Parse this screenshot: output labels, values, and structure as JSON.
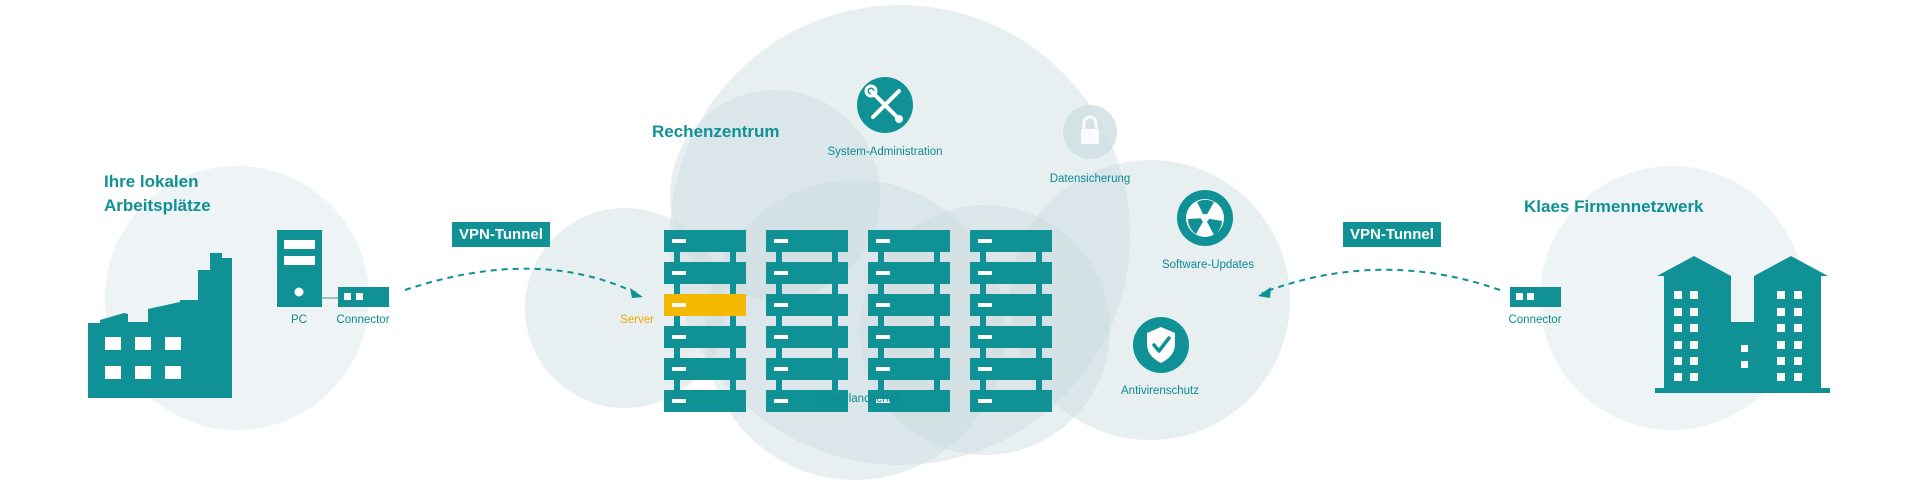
{
  "left_site": {
    "title_line1": "Ihre lokalen",
    "title_line2": "Arbeitsplätze",
    "pc_label": "PC",
    "connector_label": "Connector"
  },
  "tunnel_left": {
    "label": "VPN-Tunnel"
  },
  "datacenter": {
    "title": "Rechenzentrum",
    "server_label": "Server",
    "serverlandscape_label": "Serverlandschaft",
    "services": {
      "sysadmin": "System-Administration",
      "backup": "Datensicherung",
      "updates": "Software-Updates",
      "antivirus": "Antivirenschutz"
    }
  },
  "tunnel_right": {
    "label": "VPN-Tunnel"
  },
  "right_site": {
    "title": "Klaes Firmennetzwerk",
    "connector_label": "Connector"
  },
  "colors": {
    "teal": "#0f9196",
    "highlight": "#f5b800",
    "cloud": "#dbe7ea",
    "pale": "#eaf1f3"
  }
}
